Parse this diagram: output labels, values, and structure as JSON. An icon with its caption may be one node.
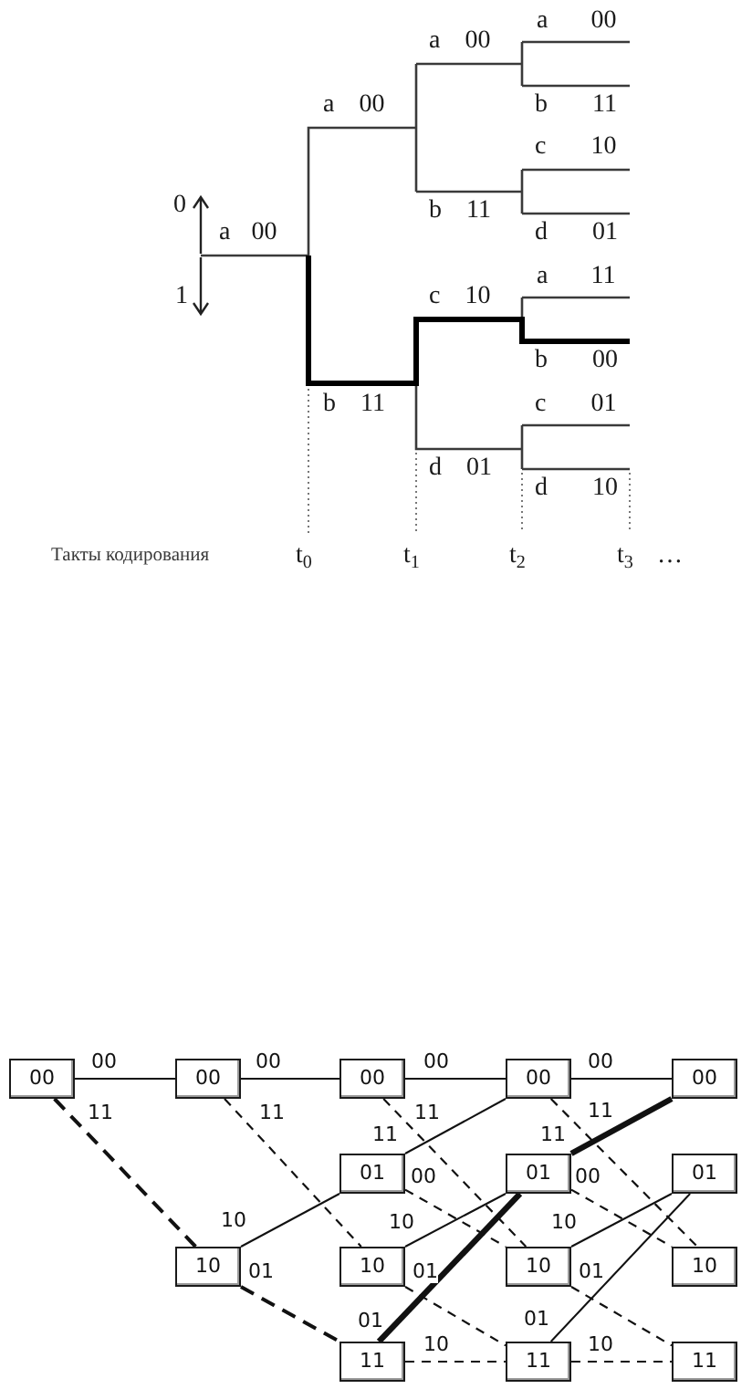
{
  "diagram": {
    "nodes": [
      {
        "text": [
          "00"
        ]
      },
      {
        "text": [
          "00"
        ]
      },
      {
        "text": [
          "00"
        ]
      },
      {
        "text": [
          "00"
        ]
      },
      {
        "text": [
          "00"
        ]
      },
      {
        "text": [
          "01"
        ]
      },
      {
        "text": [
          "01"
        ]
      },
      {
        "text": [
          "01"
        ]
      },
      {
        "text": [
          "10"
        ]
      },
      {
        "text": [
          "10"
        ]
      },
      {
        "text": [
          "10"
        ]
      },
      {
        "text": [
          "10"
        ]
      },
      {
        "text": [
          "11"
        ]
      },
      {
        "text": [
          "11"
        ]
      },
      {
        "text": [
          "11"
        ]
      }
    ],
    "edges": [
      {
        "from": 0,
        "to": 1,
        "arrow": "none",
        "label": "00"
      },
      {
        "from": 0,
        "to": 8,
        "arrow": "none",
        "label": "11",
        "style": "dashed"
      },
      {
        "from": 1,
        "to": 2,
        "arrow": "none",
        "label": "00"
      },
      {
        "from": 1,
        "to": 9,
        "arrow": "none",
        "label": "11",
        "style": "dashed"
      },
      {
        "from": 8,
        "to": 5,
        "arrow": "none",
        "label": "10"
      },
      {
        "from": 8,
        "to": 12,
        "arrow": "none",
        "label": "01",
        "style": "dashed"
      },
      {
        "from": 2,
        "to": 3,
        "arrow": "none",
        "label": "00"
      },
      {
        "from": 2,
        "to": 10,
        "arrow": "none",
        "label": "11",
        "style": "dashed"
      },
      {
        "from": 5,
        "to": 3,
        "arrow": "none",
        "label": "11"
      },
      {
        "from": 5,
        "to": 10,
        "arrow": "none",
        "label": "00",
        "style": "dashed"
      },
      {
        "from": 9,
        "to": 6,
        "arrow": "none",
        "label": "10"
      },
      {
        "from": 9,
        "to": 13,
        "arrow": "none",
        "label": "01",
        "style": "dashed"
      },
      {
        "from": 12,
        "to": 6,
        "arrow": "none",
        "label": "01",
        "style": "thick"
      },
      {
        "from": 12,
        "to": 13,
        "arrow": "none",
        "label": "10",
        "style": "dashed"
      },
      {
        "from": 3,
        "to": 4,
        "arrow": "none",
        "label": "00"
      },
      {
        "from": 3,
        "to": 11,
        "arrow": "none",
        "label": "11",
        "style": "dashed"
      },
      {
        "from": 6,
        "to": 4,
        "arrow": "none",
        "label": "11",
        "style": "thick"
      },
      {
        "from": 6,
        "to": 11,
        "arrow": "none",
        "label": "00",
        "style": "dashed"
      },
      {
        "from": 10,
        "to": 7,
        "arrow": "none",
        "label": "10"
      },
      {
        "from": 10,
        "to": 14,
        "arrow": "none",
        "label": "01",
        "style": "dashed"
      },
      {
        "from": 13,
        "to": 7,
        "arrow": "none",
        "label": "01"
      },
      {
        "from": 13,
        "to": 14,
        "arrow": "none",
        "label": "10",
        "style": "dashed"
      }
    ],
    "labels": [
      "a 00",
      "a 00",
      "a 00",
      "b 11",
      "c 10",
      "0",
      "b 11",
      "a 00",
      "d 01",
      "a 11",
      "1",
      "c 10",
      "b 00",
      "b 11",
      "c 01",
      "d 01",
      "d 10",
      "Такты кодирования",
      "t$_{0}$",
      "t$_{1}$",
      "t$_{2}$",
      "t$_{3}$",
      "…"
    ]
  }
}
